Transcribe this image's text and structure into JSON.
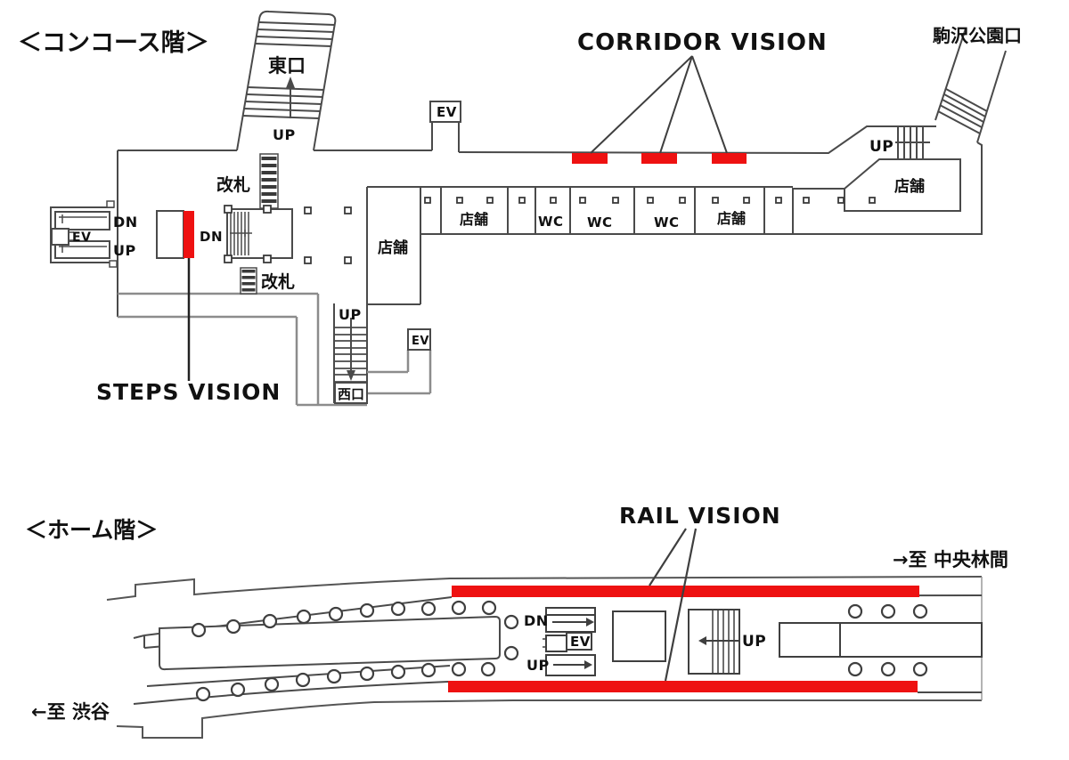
{
  "colors": {
    "accent_red": "#ee1111",
    "wall": "#4a4a4a",
    "wall_light": "#8c8c8c",
    "text": "#111111"
  },
  "concourse": {
    "title": "＜コンコース階＞",
    "corridor_vision_label": "CORRIDOR VISION",
    "steps_vision_label": "STEPS VISION",
    "steps_vision_dn": "DN",
    "east_exit": {
      "label": "東口",
      "up": "UP"
    },
    "park_exit": {
      "label": "駒沢公園口",
      "up": "UP"
    },
    "west_exit": {
      "label": "西口",
      "up": "UP",
      "ev": "EV"
    },
    "gates": {
      "upper": "改札",
      "lower": "改札"
    },
    "elevator": {
      "label": "EV"
    },
    "shops": {
      "left": "店舗",
      "center": "店舗",
      "east": "店舗",
      "far_east": "店舗"
    },
    "wc": {
      "a": "WC",
      "b": "WC",
      "c": "WC"
    },
    "west_escalator": {
      "dn": "DN",
      "ev": "EV",
      "up": "UP"
    }
  },
  "platform": {
    "title": "＜ホーム階＞",
    "rail_vision_label": "RAIL VISION",
    "direction_east": "→至 中央林間",
    "direction_west": "←至 渋谷",
    "escalator_dn": "DN",
    "escalator_up": "UP",
    "elevator": "EV",
    "stairs_up": "UP"
  }
}
